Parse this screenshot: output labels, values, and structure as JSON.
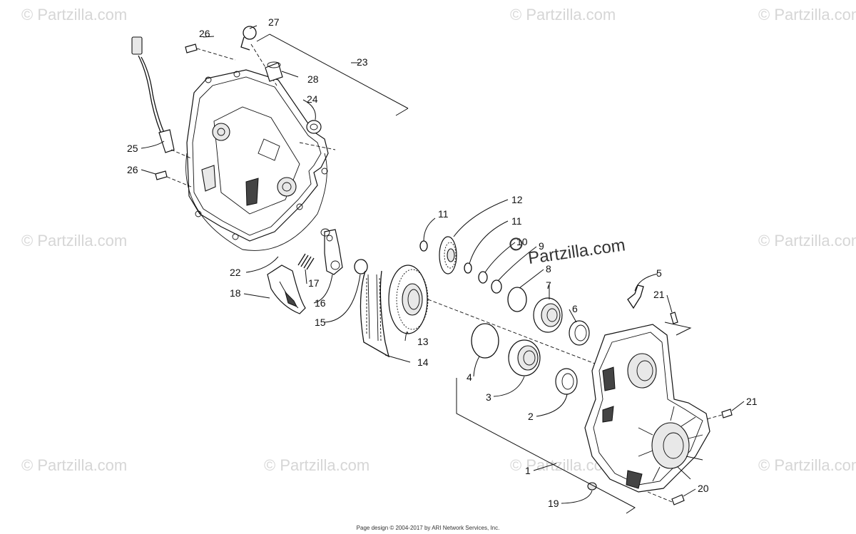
{
  "watermarks": {
    "site": "© Partzilla.com",
    "center": "Partzilla.com"
  },
  "callouts": {
    "c1": "1",
    "c2": "2",
    "c3": "3",
    "c4": "4",
    "c5": "5",
    "c6": "6",
    "c7": "7",
    "c8": "8",
    "c9": "9",
    "c10": "10",
    "c11a": "11",
    "c11b": "11",
    "c12": "12",
    "c13": "13",
    "c14": "14",
    "c15": "15",
    "c16": "16",
    "c17": "17",
    "c18": "18",
    "c19": "19",
    "c20": "20",
    "c21a": "21",
    "c21b": "21",
    "c22": "22",
    "c23": "23",
    "c24": "24",
    "c25": "25",
    "c26a": "26",
    "c26b": "26",
    "c27": "27",
    "c28": "28"
  },
  "footer": "Page design © 2004-2017 by ARI Network Services, Inc."
}
